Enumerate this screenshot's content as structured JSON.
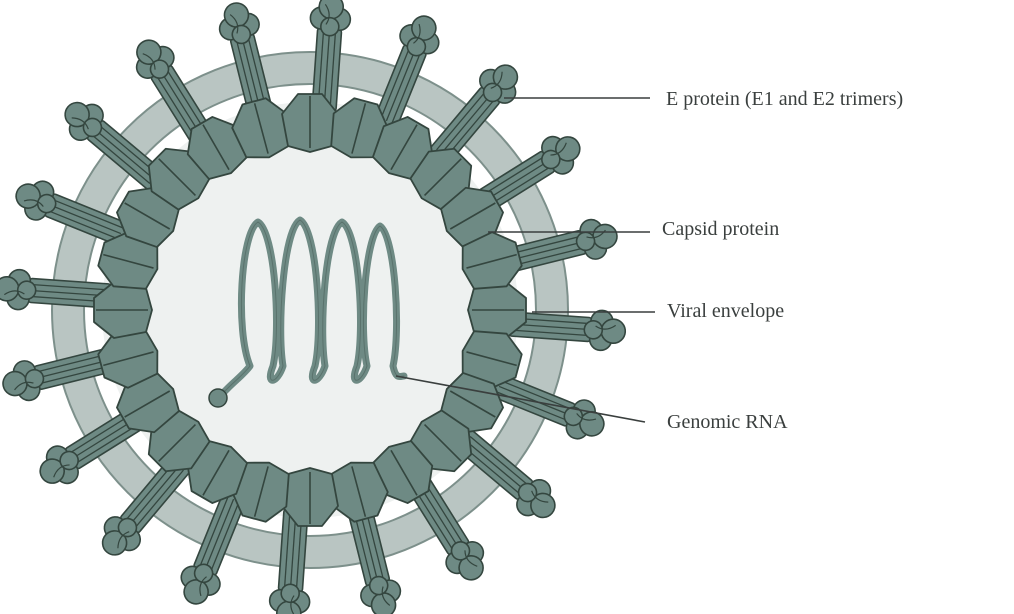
{
  "labels": {
    "e_protein": "E protein (E1 and E2 trimers)",
    "capsid": "Capsid protein",
    "envelope": "Viral envelope",
    "rna": "Genomic RNA"
  },
  "colors": {
    "protein_fill": "#6e8a84",
    "protein_stroke": "#34463f",
    "membrane": "#b9c5c2",
    "membrane_edge": "#7d908b",
    "interior": "#eef1f0",
    "leader_line": "#3a3f3e"
  }
}
